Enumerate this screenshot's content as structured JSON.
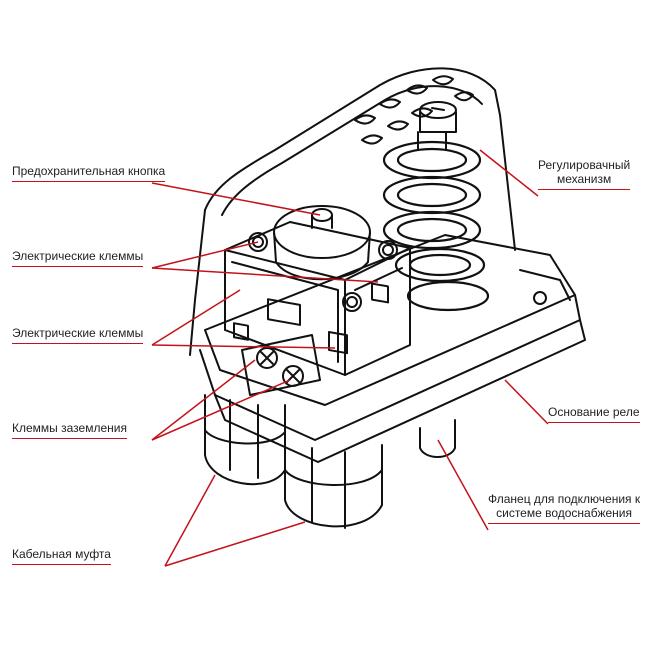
{
  "colors": {
    "leader": "#c4121a",
    "outline": "#111111",
    "text": "#222222",
    "background": "#ffffff"
  },
  "labels": {
    "safety_button": "Предохранительная кнопка",
    "electrical_terminals_1": "Электрические клеммы",
    "electrical_terminals_2": "Электрические клеммы",
    "ground_terminals": "Клеммы заземления",
    "cable_gland": "Кабельная муфта",
    "adjusting_mechanism_line1": "Регулировачный",
    "adjusting_mechanism_line2": "механизм",
    "relay_base": "Основание реле",
    "flange_line1": "Фланец для подключения к",
    "flange_line2": "системе водоснабжения"
  }
}
